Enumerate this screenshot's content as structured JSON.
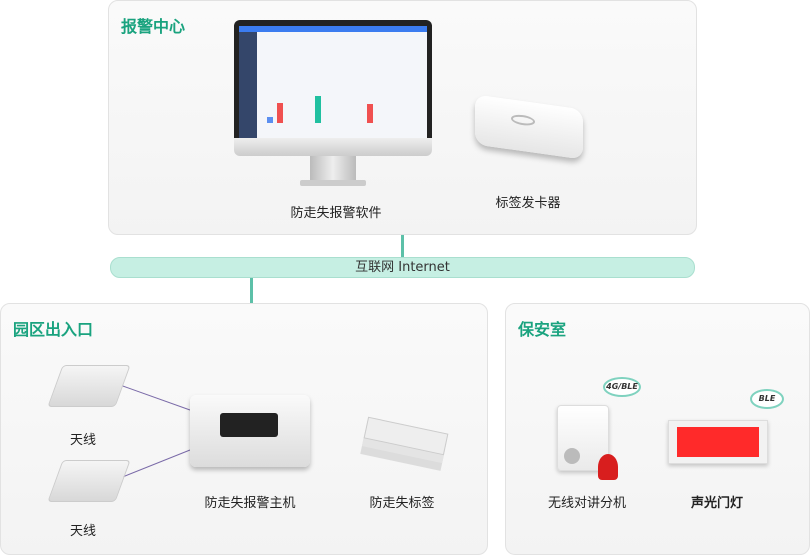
{
  "alarm_center": {
    "title": "报警中心",
    "software_label": "防走失报警软件",
    "card_issuer_label": "标签发卡器"
  },
  "network": {
    "label": "互联网 Internet"
  },
  "entrance": {
    "title": "园区出入口",
    "antenna1_label": "天线",
    "antenna2_label": "天线",
    "host_label": "防走失报警主机",
    "tag_label": "防走失标签"
  },
  "security_room": {
    "title": "保安室",
    "intercom_label": "无线对讲分机",
    "intercom_bubble": "4G/BLE",
    "light_label": "声光门灯",
    "light_bubble": "BLE"
  },
  "colors": {
    "accent": "#1aa37f",
    "pipe": "#c6efe3",
    "line": "#5cc0a8",
    "light": "#ff2a2a"
  }
}
